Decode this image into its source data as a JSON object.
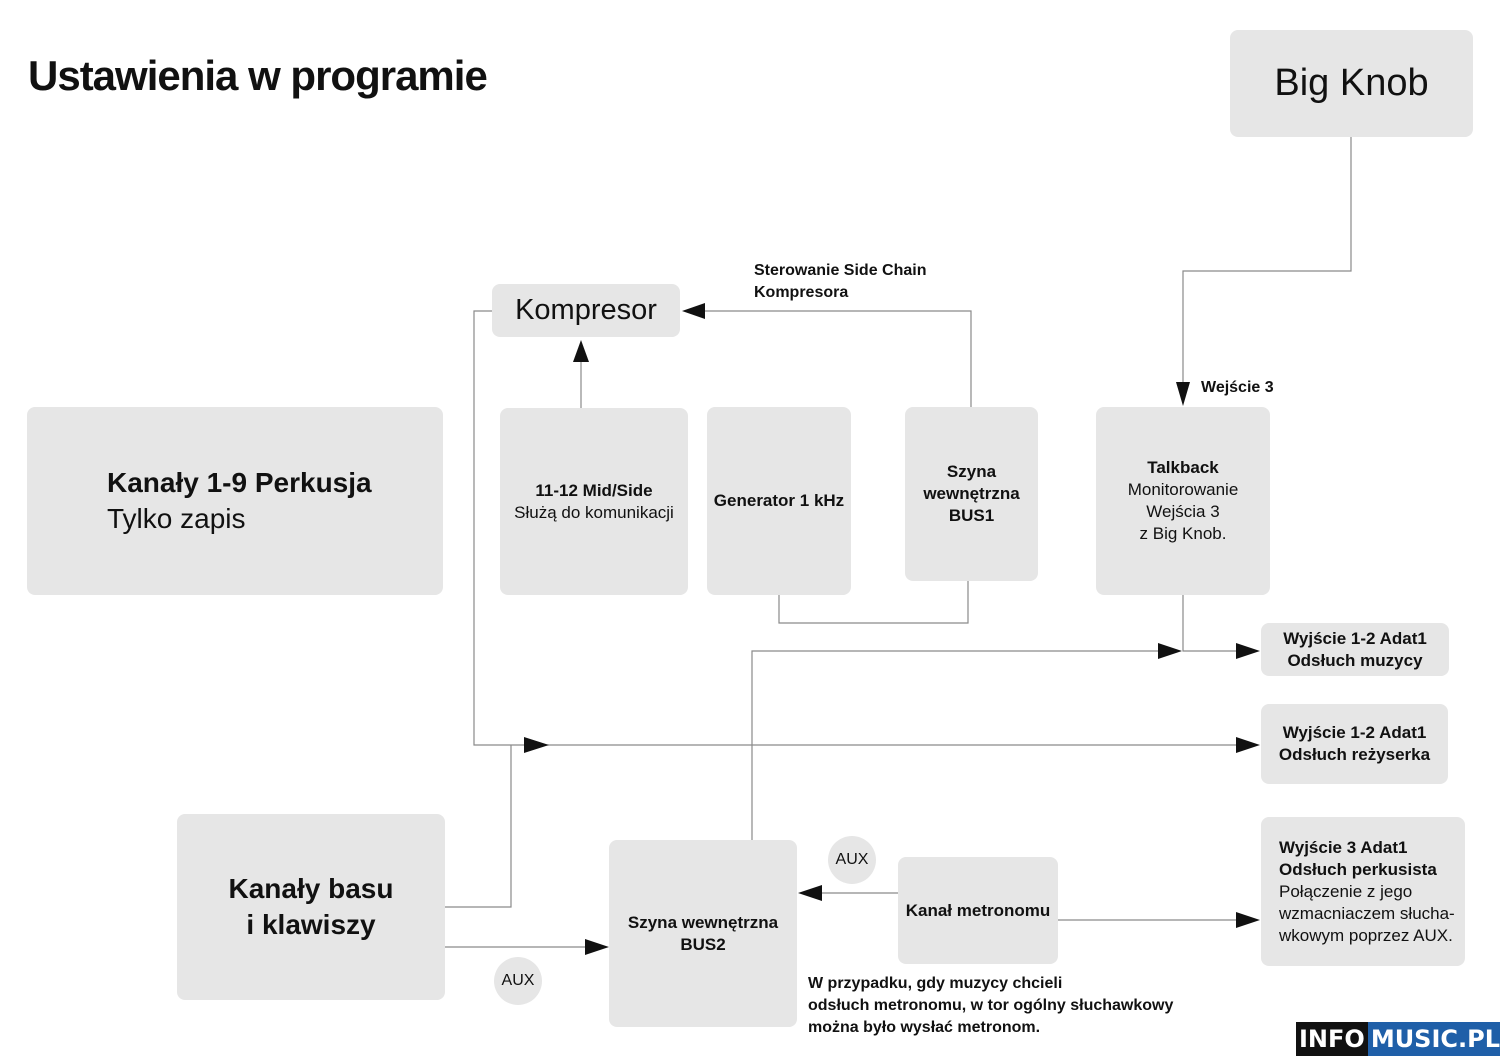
{
  "title": "Ustawienia w programie",
  "big_knob": "Big Knob",
  "kompresor": "Kompresor",
  "sidechain": {
    "line1": "Sterowanie Side Chain",
    "line2": "Kompresora"
  },
  "perkusja": {
    "line1": "Kanały 1-9 Perkusja",
    "line2": "Tylko zapis"
  },
  "midside": {
    "line1": "11-12 Mid/Side",
    "line2": "Służą do komunikacji"
  },
  "generator": "Generator 1 kHz",
  "bus1": {
    "line1": "Szyna",
    "line2": "wewnętrzna",
    "line3": "BUS1"
  },
  "talkback": {
    "line1": "Talkback",
    "line2": "Monitorowanie",
    "line3": "Wejścia 3",
    "line4": "z Big Knob."
  },
  "wejscie3": "Wejście 3",
  "out_music": {
    "line1": "Wyjście 1-2 Adat1",
    "line2": "Odsłuch muzycy"
  },
  "out_director": {
    "line1": "Wyjście 1-2 Adat1",
    "line2": "Odsłuch reżyserka"
  },
  "out_drummer": {
    "line1": "Wyjście 3 Adat1",
    "line2": "Odsłuch perkusista",
    "line3": "Połączenie z jego",
    "line4": "wzmacniaczem słucha-",
    "line5": "wkowym poprzez AUX."
  },
  "bass": {
    "line1": "Kanały basu",
    "line2": "i klawiszy"
  },
  "bus2": {
    "line1": "Szyna wewnętrzna",
    "line2": "BUS2"
  },
  "metronome": "Kanał metronomu",
  "aux_top": "AUX",
  "aux_bottom": "AUX",
  "note": {
    "line1": "W przypadku, gdy muzycy chcieli",
    "line2": "odsłuch metronomu, w tor ogólny słuchawkowy",
    "line3": "można było wysłać metronom."
  },
  "logo": {
    "part1": "INFO",
    "part2": "MUSIC.PL"
  },
  "colors": {
    "box": "#e6e6e6",
    "line": "#777777",
    "arrow": "#111111",
    "logo_blue": "#1f5fa8"
  }
}
